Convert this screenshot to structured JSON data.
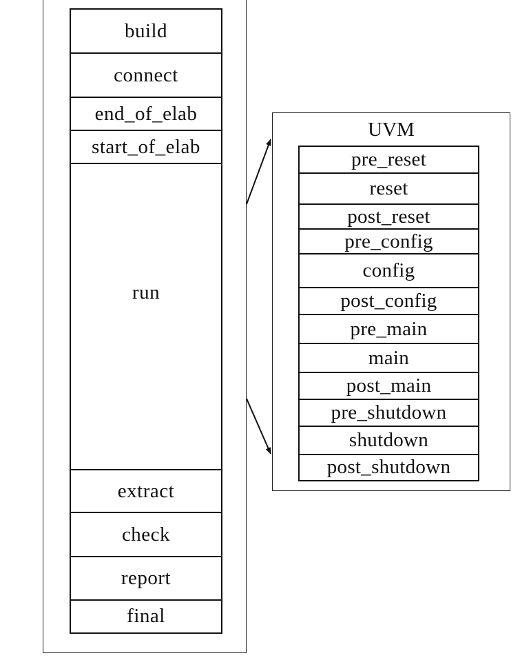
{
  "phases": [
    {
      "label": "build"
    },
    {
      "label": "connect"
    },
    {
      "label": "end_of_elab"
    },
    {
      "label": "start_of_elab"
    },
    {
      "label": "run"
    },
    {
      "label": "extract"
    },
    {
      "label": "check"
    },
    {
      "label": "report"
    },
    {
      "label": "final"
    }
  ],
  "uvm": {
    "title": "UVM",
    "phases": [
      {
        "label": "pre_reset"
      },
      {
        "label": "reset"
      },
      {
        "label": "post_reset"
      },
      {
        "label": "pre_config"
      },
      {
        "label": "config"
      },
      {
        "label": "post_config"
      },
      {
        "label": "pre_main"
      },
      {
        "label": "main"
      },
      {
        "label": "post_main"
      },
      {
        "label": "pre_shutdown"
      },
      {
        "label": "shutdown"
      },
      {
        "label": "post_shutdown"
      }
    ]
  }
}
